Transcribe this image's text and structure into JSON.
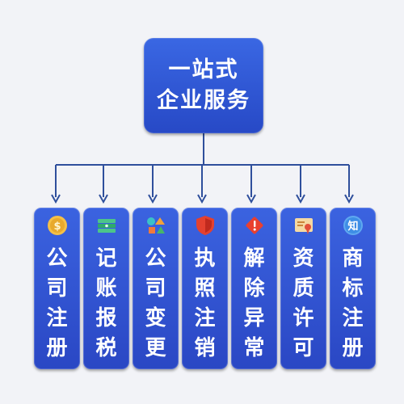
{
  "root": {
    "line1": "一站式",
    "line2": "企业服务"
  },
  "services": [
    {
      "label": "公司注册",
      "chars": [
        "公",
        "司",
        "注",
        "册"
      ],
      "icon": "coin-icon"
    },
    {
      "label": "记账报税",
      "chars": [
        "记",
        "账",
        "报",
        "税"
      ],
      "icon": "money-stack-icon"
    },
    {
      "label": "公司变更",
      "chars": [
        "公",
        "司",
        "变",
        "更"
      ],
      "icon": "change-cycle-icon"
    },
    {
      "label": "执照注销",
      "chars": [
        "执",
        "照",
        "注",
        "销"
      ],
      "icon": "shield-icon"
    },
    {
      "label": "解除异常",
      "chars": [
        "解",
        "除",
        "异",
        "常"
      ],
      "icon": "warning-icon"
    },
    {
      "label": "资质许可",
      "chars": [
        "资",
        "质",
        "许",
        "可"
      ],
      "icon": "certificate-icon"
    },
    {
      "label": "商标注册",
      "chars": [
        "商",
        "标",
        "注",
        "册"
      ],
      "icon": "zhi-badge-icon"
    }
  ],
  "icon_text": {
    "zhi": "知",
    "coin": "$"
  },
  "colors": {
    "background": "#f2f3f7",
    "box_blue": "#2f54d4",
    "connector": "#2f54a0",
    "text": "#ffffff"
  }
}
